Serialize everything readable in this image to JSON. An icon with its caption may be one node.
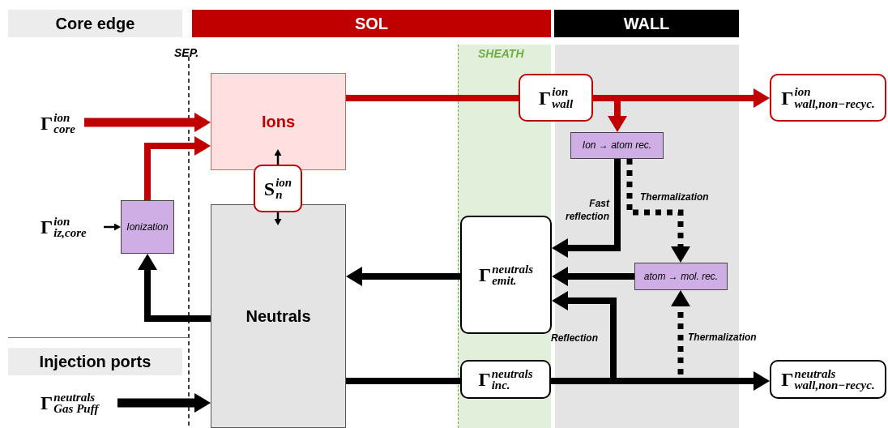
{
  "diagram": {
    "nodes": [
      {
        "text": [
          "Ions"
        ]
      },
      {
        "text": [
          "Neutrals"
        ]
      },
      {
        "text": [
          "S$^{ion}$$_{n}$"
        ]
      },
      {
        "text": [
          "Γ$^{ion}$$_{core}$"
        ]
      },
      {
        "text": [
          "Ionization"
        ]
      },
      {
        "text": [
          "Γ$^{ion}$$_{iz,core}$"
        ]
      },
      {
        "text": [
          "Γ$^{ion}$$_{wall}$"
        ]
      },
      {
        "text": [
          "Γ$^{ion}$$_{wall,non−recyc.}$"
        ]
      },
      {
        "text": [
          "Ion → atom rec."
        ]
      },
      {
        "text": [
          "atom → mol. rec."
        ]
      },
      {
        "text": [
          "Γ$^{neutrals}$$_{emit.}$"
        ]
      },
      {
        "text": [
          "Γ$^{neutrals}$$_{inc.}$"
        ]
      },
      {
        "text": [
          "Γ$^{neutrals}$$_{wall,non−recyc.}$"
        ]
      },
      {
        "text": [
          "Γ$^{neutrals}$$_{Gas Puff}$"
        ]
      }
    ],
    "edges": [
      {
        "from": 3,
        "to": 0,
        "arrow": "to",
        "color": "#c00000"
      },
      {
        "from": 4,
        "to": 0,
        "arrow": "to",
        "color": "#c00000"
      },
      {
        "from": 5,
        "to": 4,
        "arrow": "to"
      },
      {
        "from": 1,
        "to": 4,
        "arrow": "to"
      },
      {
        "from": 2,
        "to": 0,
        "arrow": "to"
      },
      {
        "from": 2,
        "to": 1,
        "arrow": "to"
      },
      {
        "from": 0,
        "to": 6,
        "arrow": "none",
        "color": "#c00000"
      },
      {
        "from": 6,
        "to": 7,
        "arrow": "to",
        "color": "#c00000"
      },
      {
        "from": 6,
        "to": 8,
        "arrow": "to",
        "color": "#c00000"
      },
      {
        "from": 8,
        "to": 10,
        "arrow": "to",
        "label": "Fast reflection"
      },
      {
        "from": 8,
        "to": 9,
        "arrow": "to",
        "style": "dashed",
        "label": "Thermalization"
      },
      {
        "from": 9,
        "to": 10,
        "arrow": "to"
      },
      {
        "from": 10,
        "to": 1,
        "arrow": "to"
      },
      {
        "from": 1,
        "to": 11,
        "arrow": "none"
      },
      {
        "from": 11,
        "to": 12,
        "arrow": "to"
      },
      {
        "from": 11,
        "to": 10,
        "arrow": "to",
        "label": "Reflection"
      },
      {
        "from": 11,
        "to": 9,
        "arrow": "to",
        "style": "dashed",
        "label": "Thermalization"
      },
      {
        "from": 13,
        "to": 1,
        "arrow": "to"
      }
    ],
    "labels": [
      "Core edge",
      "SOL",
      "WALL",
      "SEP.",
      "SHEATH",
      "Injection ports"
    ]
  }
}
